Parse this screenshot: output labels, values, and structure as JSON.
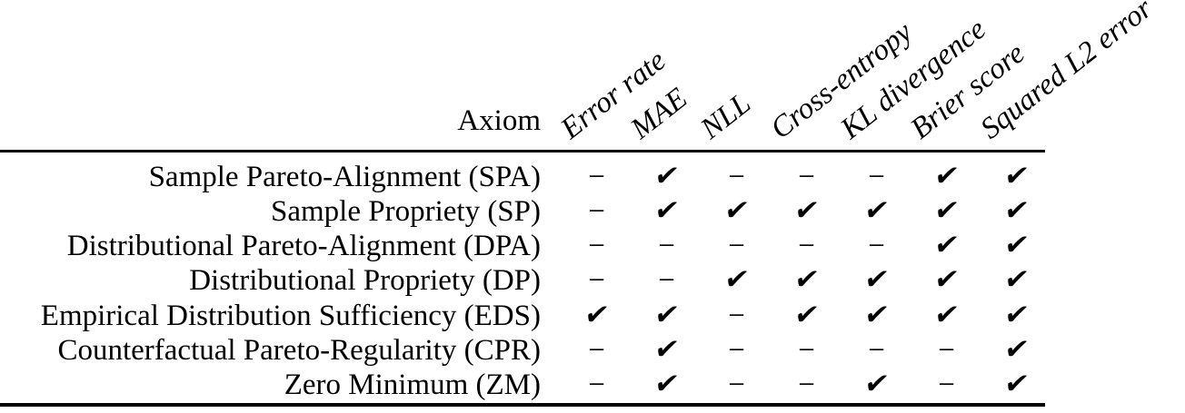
{
  "table": {
    "corner_label": "Axiom",
    "columns": [
      "Error rate",
      "MAE",
      "NLL",
      "Cross-entropy",
      "KL divergence",
      "Brier score",
      "Squared L2 error"
    ],
    "check_glyph": "✔",
    "dash_glyph": "−",
    "rows": [
      {
        "label": "Sample Pareto-Alignment (SPA)",
        "cells": [
          "−",
          "✔",
          "−",
          "−",
          "−",
          "✔",
          "✔"
        ]
      },
      {
        "label": "Sample Propriety (SP)",
        "cells": [
          "−",
          "✔",
          "✔",
          "✔",
          "✔",
          "✔",
          "✔"
        ]
      },
      {
        "label": "Distributional Pareto-Alignment (DPA)",
        "cells": [
          "−",
          "−",
          "−",
          "−",
          "−",
          "✔",
          "✔"
        ]
      },
      {
        "label": "Distributional Propriety (DP)",
        "cells": [
          "−",
          "−",
          "✔",
          "✔",
          "✔",
          "✔",
          "✔"
        ]
      },
      {
        "label": "Empirical Distribution Sufficiency (EDS)",
        "cells": [
          "✔",
          "✔",
          "−",
          "✔",
          "✔",
          "✔",
          "✔"
        ]
      },
      {
        "label": "Counterfactual Pareto-Regularity (CPR)",
        "cells": [
          "−",
          "✔",
          "−",
          "−",
          "−",
          "−",
          "✔"
        ]
      },
      {
        "label": "Zero Minimum (ZM)",
        "cells": [
          "−",
          "✔",
          "−",
          "−",
          "✔",
          "−",
          "✔"
        ]
      }
    ],
    "colors": {
      "text": "#000000",
      "background": "#ffffff",
      "rule": "#000000"
    }
  }
}
